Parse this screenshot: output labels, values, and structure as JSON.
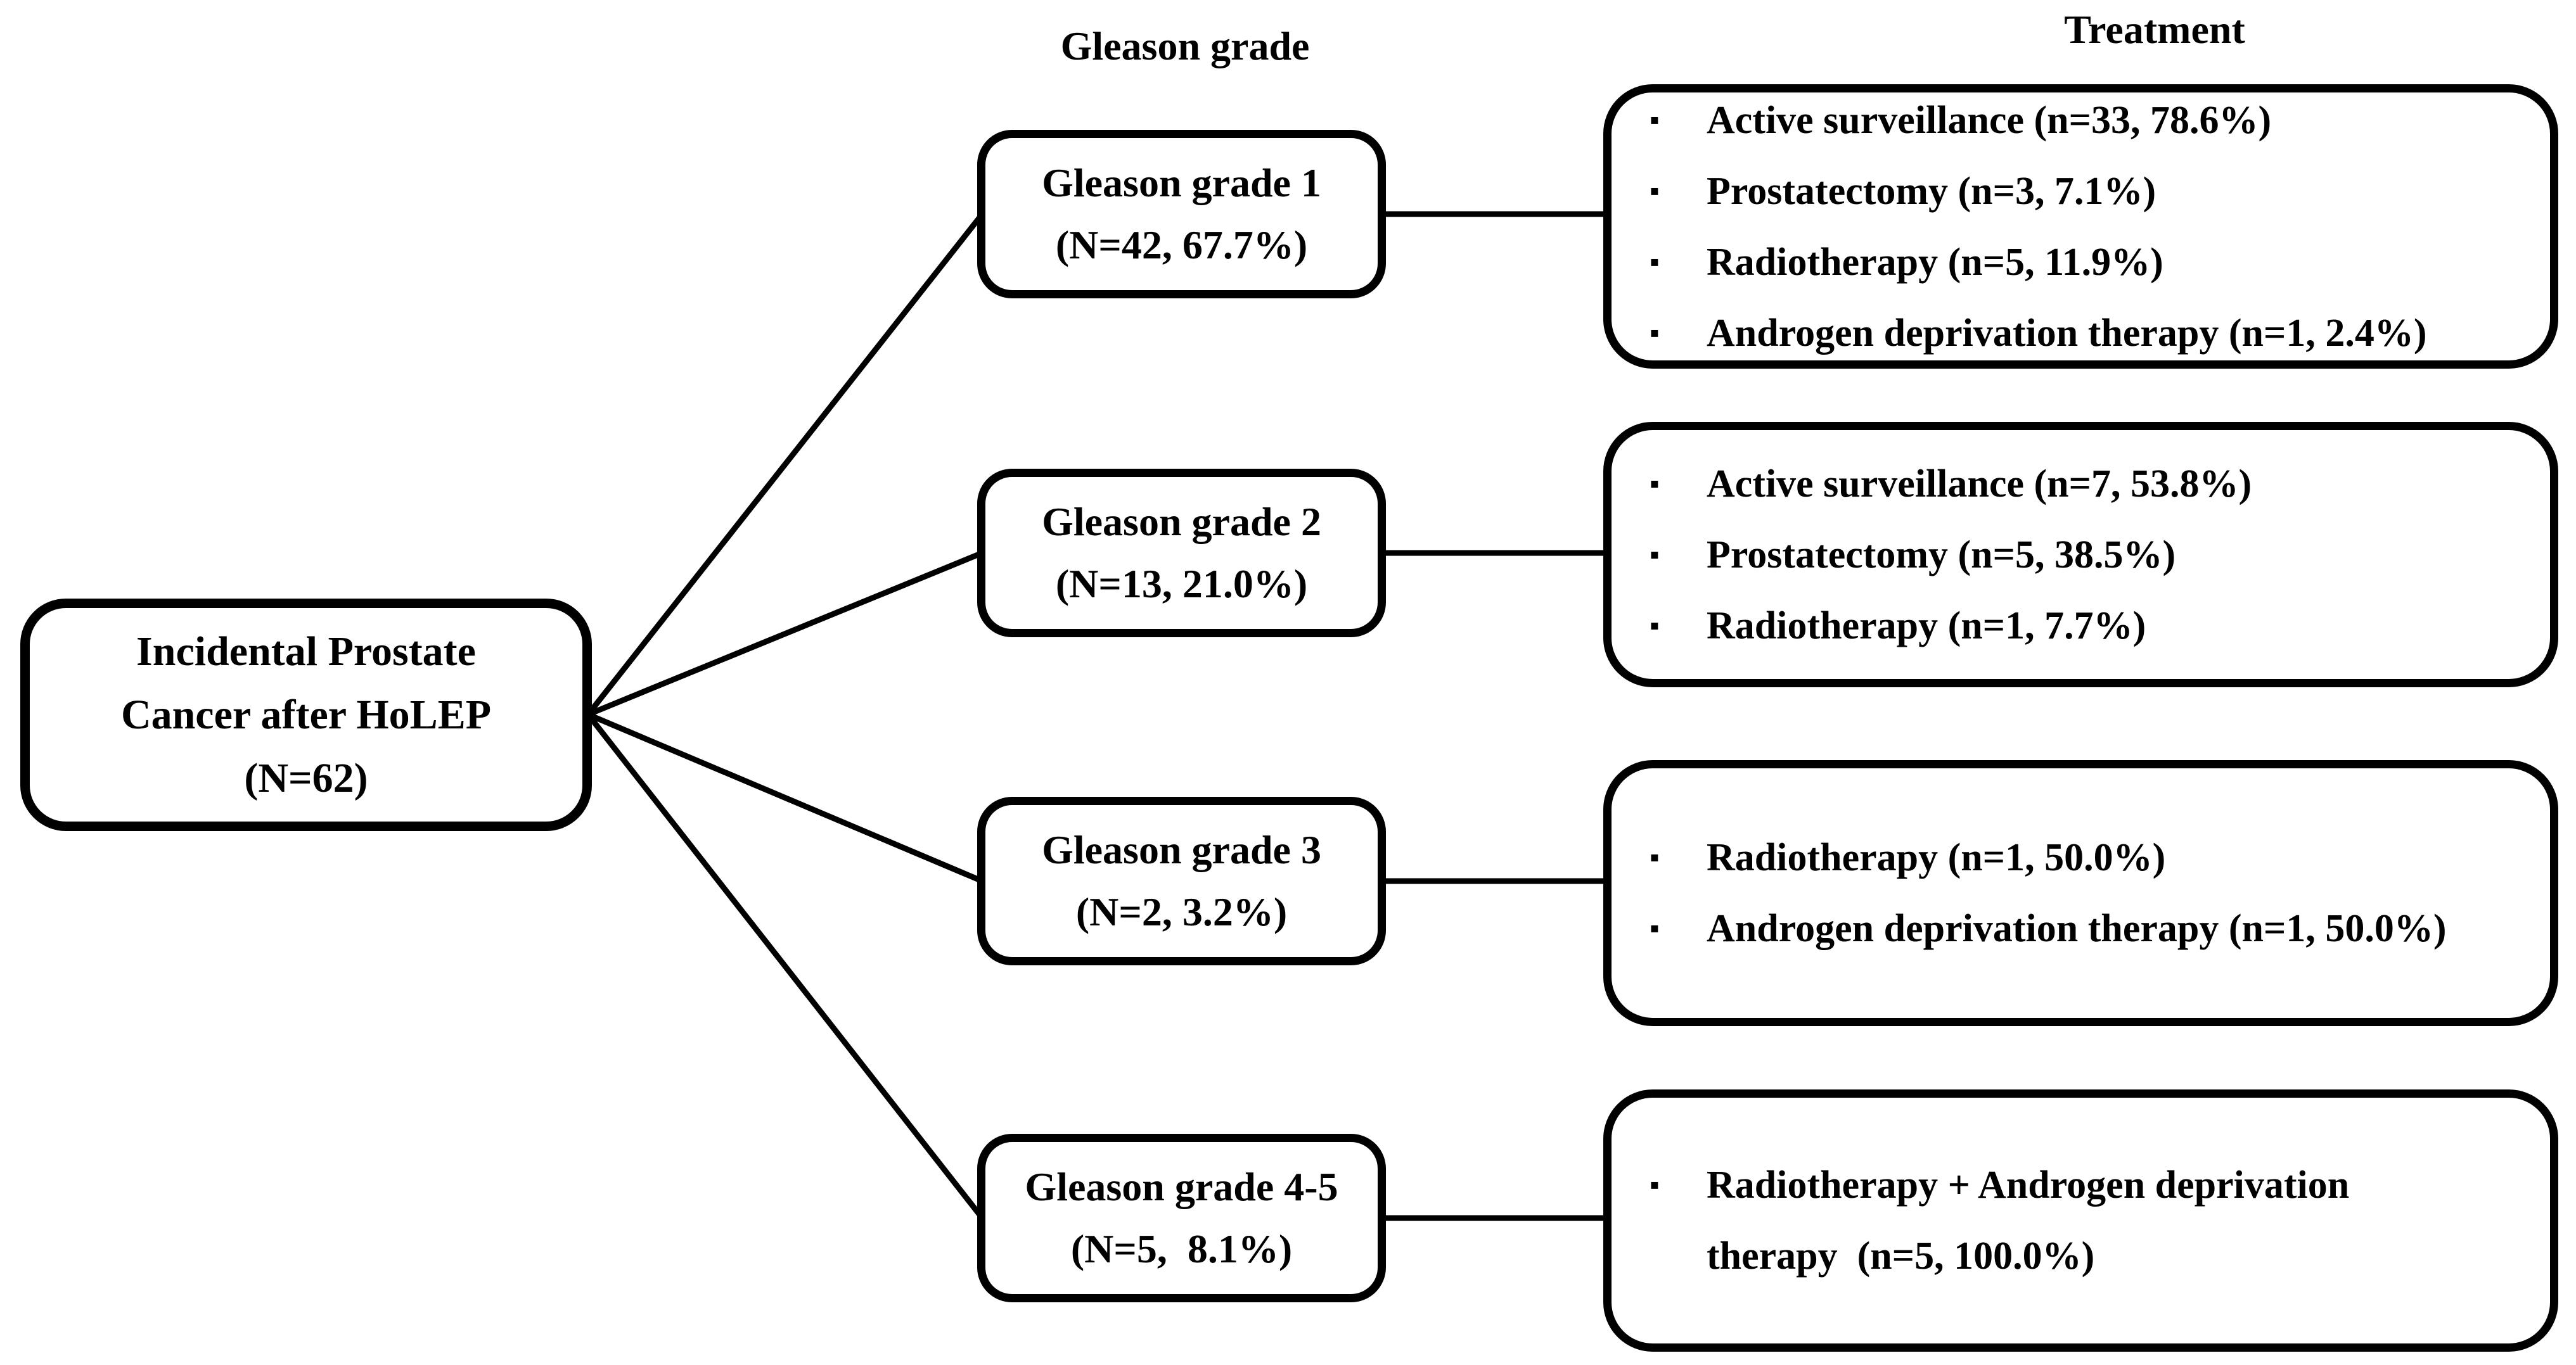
{
  "figure": {
    "column_headers": {
      "gleason_grade": "Gleason grade",
      "treatment": "Treatment"
    },
    "root_node": {
      "lines": [
        "Incidental Prostate",
        "Cancer after HoLEP",
        "(N=62)"
      ]
    },
    "rows": [
      {
        "grade": {
          "title": "Gleason grade 1",
          "stat": "(N=42, 67.7%)"
        },
        "treatments": [
          "Active surveillance (n=33, 78.6%)",
          "Prostatectomy (n=3, 7.1%)",
          "Radiotherapy (n=5, 11.9%)",
          "Androgen deprivation therapy (n=1, 2.4%)"
        ]
      },
      {
        "grade": {
          "title": "Gleason grade 2",
          "stat": "(N=13, 21.0%)"
        },
        "treatments": [
          "Active surveillance (n=7, 53.8%)",
          "Prostatectomy (n=5, 38.5%)",
          "Radiotherapy (n=1, 7.7%)"
        ]
      },
      {
        "grade": {
          "title": "Gleason grade 3",
          "stat": "(N=2, 3.2%)"
        },
        "treatments": [
          "Radiotherapy (n=1, 50.0%)",
          "Androgen deprivation therapy (n=1, 50.0%)"
        ]
      },
      {
        "grade": {
          "title": "Gleason grade 4-5",
          "stat": "(N=5,  8.1%)"
        },
        "treatments": [
          "Radiotherapy + Androgen deprivation\ntherapy  (n=5, 100.0%)"
        ]
      }
    ],
    "colors": {
      "ink": "#000000",
      "background": "#ffffff"
    }
  }
}
